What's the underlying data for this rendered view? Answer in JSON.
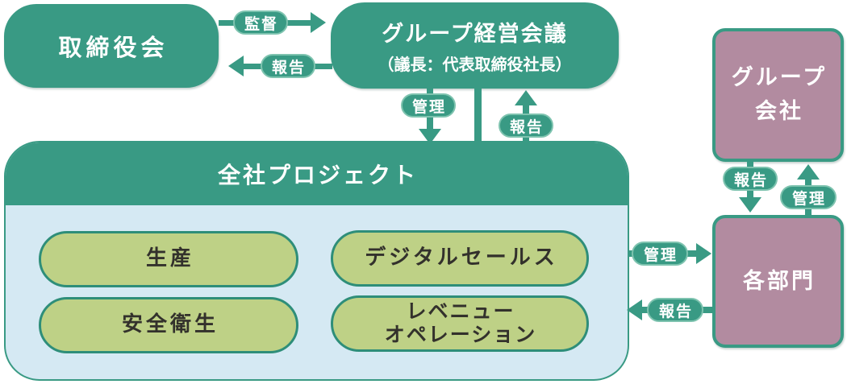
{
  "colors": {
    "teal": "#399a84",
    "teal_dark_border": "#2e8e79",
    "pill_outline": "#7ec3af",
    "light_blue": "#d5e9f3",
    "olive": "#bed186",
    "mauve": "#b28ba0",
    "text_dark": "#33312c",
    "text_white": "#ffffff"
  },
  "diagram": {
    "board": {
      "label": "取締役会"
    },
    "group_meeting": {
      "line1": "グループ経営会議",
      "line2": "（議長：代表取締役社長）"
    },
    "top_arrows": {
      "supervise_label": "監督",
      "report_label": "報告"
    },
    "mid_connectors": {
      "manage_label": "管理",
      "report_label": "報告"
    },
    "project": {
      "title": "全社プロジェクト",
      "items": [
        {
          "label": "生産"
        },
        {
          "label": "安全衛生"
        },
        {
          "label": "デジタルセールス"
        },
        {
          "line1": "レベニュー",
          "line2": "オペレーション"
        }
      ]
    },
    "dept_arrows": {
      "manage_label": "管理",
      "report_label": "報告"
    },
    "group_company": {
      "line1": "グループ",
      "line2": "会社"
    },
    "departments": {
      "label": "各部門"
    },
    "group_dept_connectors": {
      "report_label": "報告",
      "manage_label": "管理"
    }
  }
}
